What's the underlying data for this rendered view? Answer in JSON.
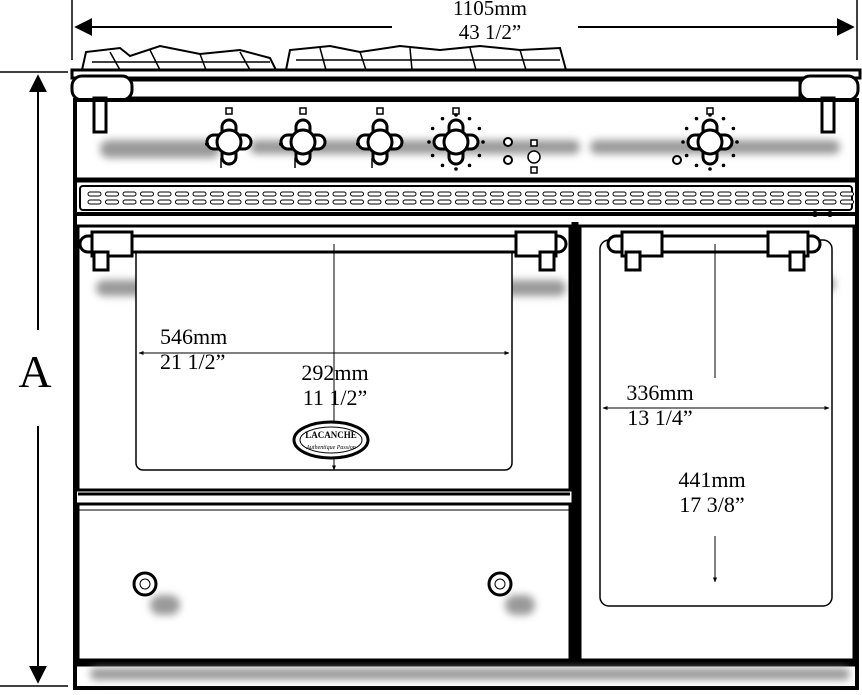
{
  "dimensions": {
    "overall_width": {
      "metric": "1105mm",
      "imperial": "43 1/2”"
    },
    "oven_width": {
      "metric": "546mm",
      "imperial": "21 1/2”"
    },
    "oven_height": {
      "metric": "292mm",
      "imperial": "11 1/2”"
    },
    "side_oven_width": {
      "metric": "336mm",
      "imperial": "13 1/4”"
    },
    "side_oven_height": {
      "metric": "441mm",
      "imperial": "17 3/8”"
    },
    "overall_height_label": "A"
  },
  "brand": {
    "logo_text": "LACANCHE",
    "logo_script": "Authentique Passion"
  },
  "colors": {
    "line": "#000000",
    "shadow": "#9a9a9a",
    "background": "#ffffff"
  }
}
